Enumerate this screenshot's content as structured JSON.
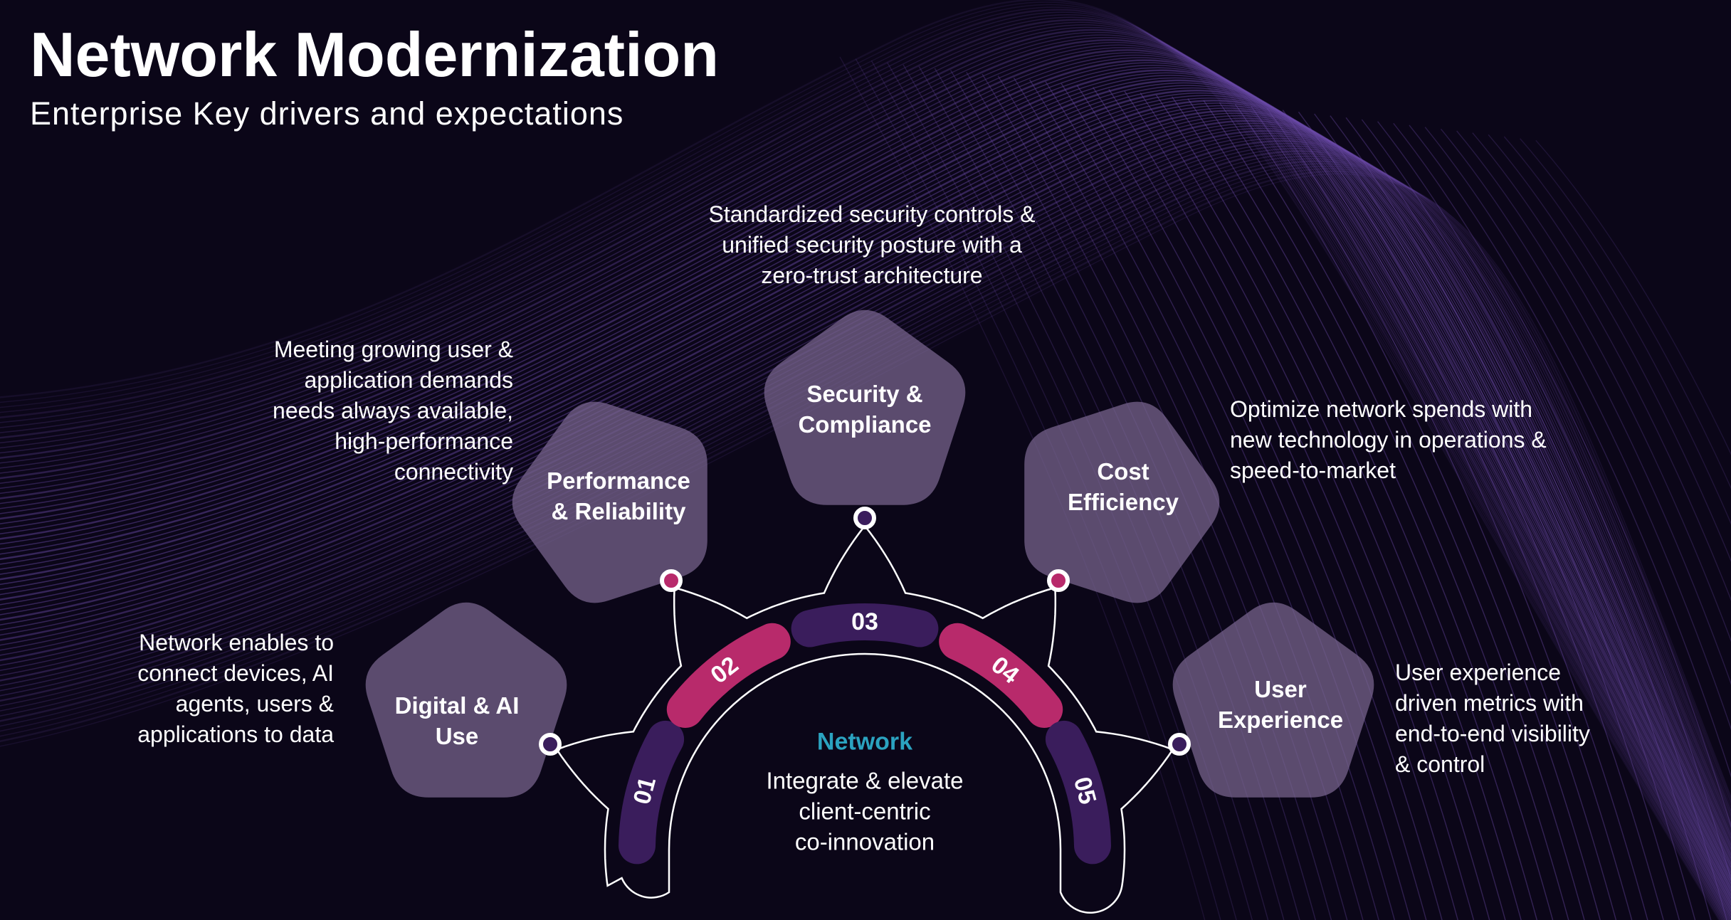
{
  "header": {
    "title_part1": "Network",
    "title_part2": "Modernization",
    "subtitle": "Enterprise Key drivers and expectations"
  },
  "center": {
    "title": "Network",
    "description": "Integrate & elevate\nclient-centric\nco-innovation"
  },
  "drivers": [
    {
      "number": "01",
      "label": "Digital & AI\nUse",
      "description": "Network enables to\nconnect devices, AI\nagents, users &\napplications to data",
      "segment_color": "#3a1d5c",
      "dot_color": "#3a1d5c"
    },
    {
      "number": "02",
      "label": "Performance\n& Reliability",
      "description": "Meeting growing user &\napplication demands\nneeds always available,\nhigh-performance\nconnectivity",
      "segment_color": "#b82a6b",
      "dot_color": "#b82a6b"
    },
    {
      "number": "03",
      "label": "Security &\nCompliance",
      "description": "Standardized security controls &\nunified security posture with a\nzero-trust architecture",
      "segment_color": "#3a1d5c",
      "dot_color": "#3a1d5c"
    },
    {
      "number": "04",
      "label": "Cost\nEfficiency",
      "description": "Optimize network spends with\nnew technology in operations &\nspeed-to-market",
      "segment_color": "#b82a6b",
      "dot_color": "#b82a6b"
    },
    {
      "number": "05",
      "label": "User\nExperience",
      "description": "User experience\ndriven metrics with\nend-to-end visibility\n& control",
      "segment_color": "#3a1d5c",
      "dot_color": "#3a1d5c"
    }
  ],
  "colors": {
    "background": "#0b0618",
    "pentagon_fill": "#7a6690",
    "accent_teal": "#2ba3c0",
    "accent_magenta": "#b82a6b",
    "accent_purple": "#3a1d5c",
    "wave_purple": "#6b4aa8"
  }
}
